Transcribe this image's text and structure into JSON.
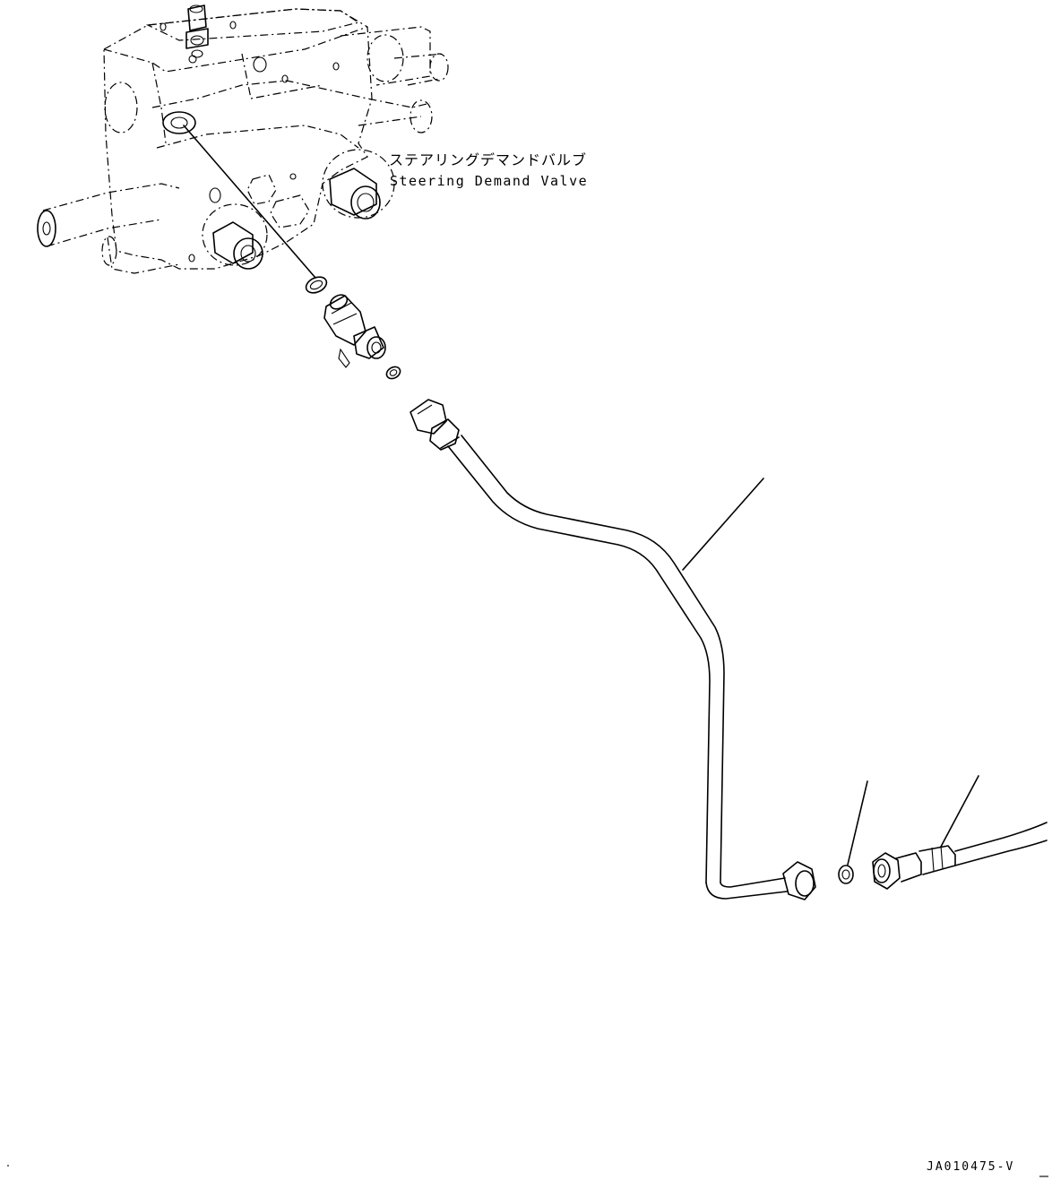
{
  "callout": {
    "valve_name_jp": "ステアリングデマンドバルブ",
    "valve_name_en": "Steering Demand Valve"
  },
  "drawing_code": "JA010475-V",
  "colors": {
    "line": "#000000",
    "background": "#ffffff"
  },
  "parts": [
    "valve-block",
    "o-ring-upper",
    "adapter-fitting",
    "o-ring-small",
    "tube-assembly",
    "o-ring-lower",
    "hose-assembly"
  ]
}
